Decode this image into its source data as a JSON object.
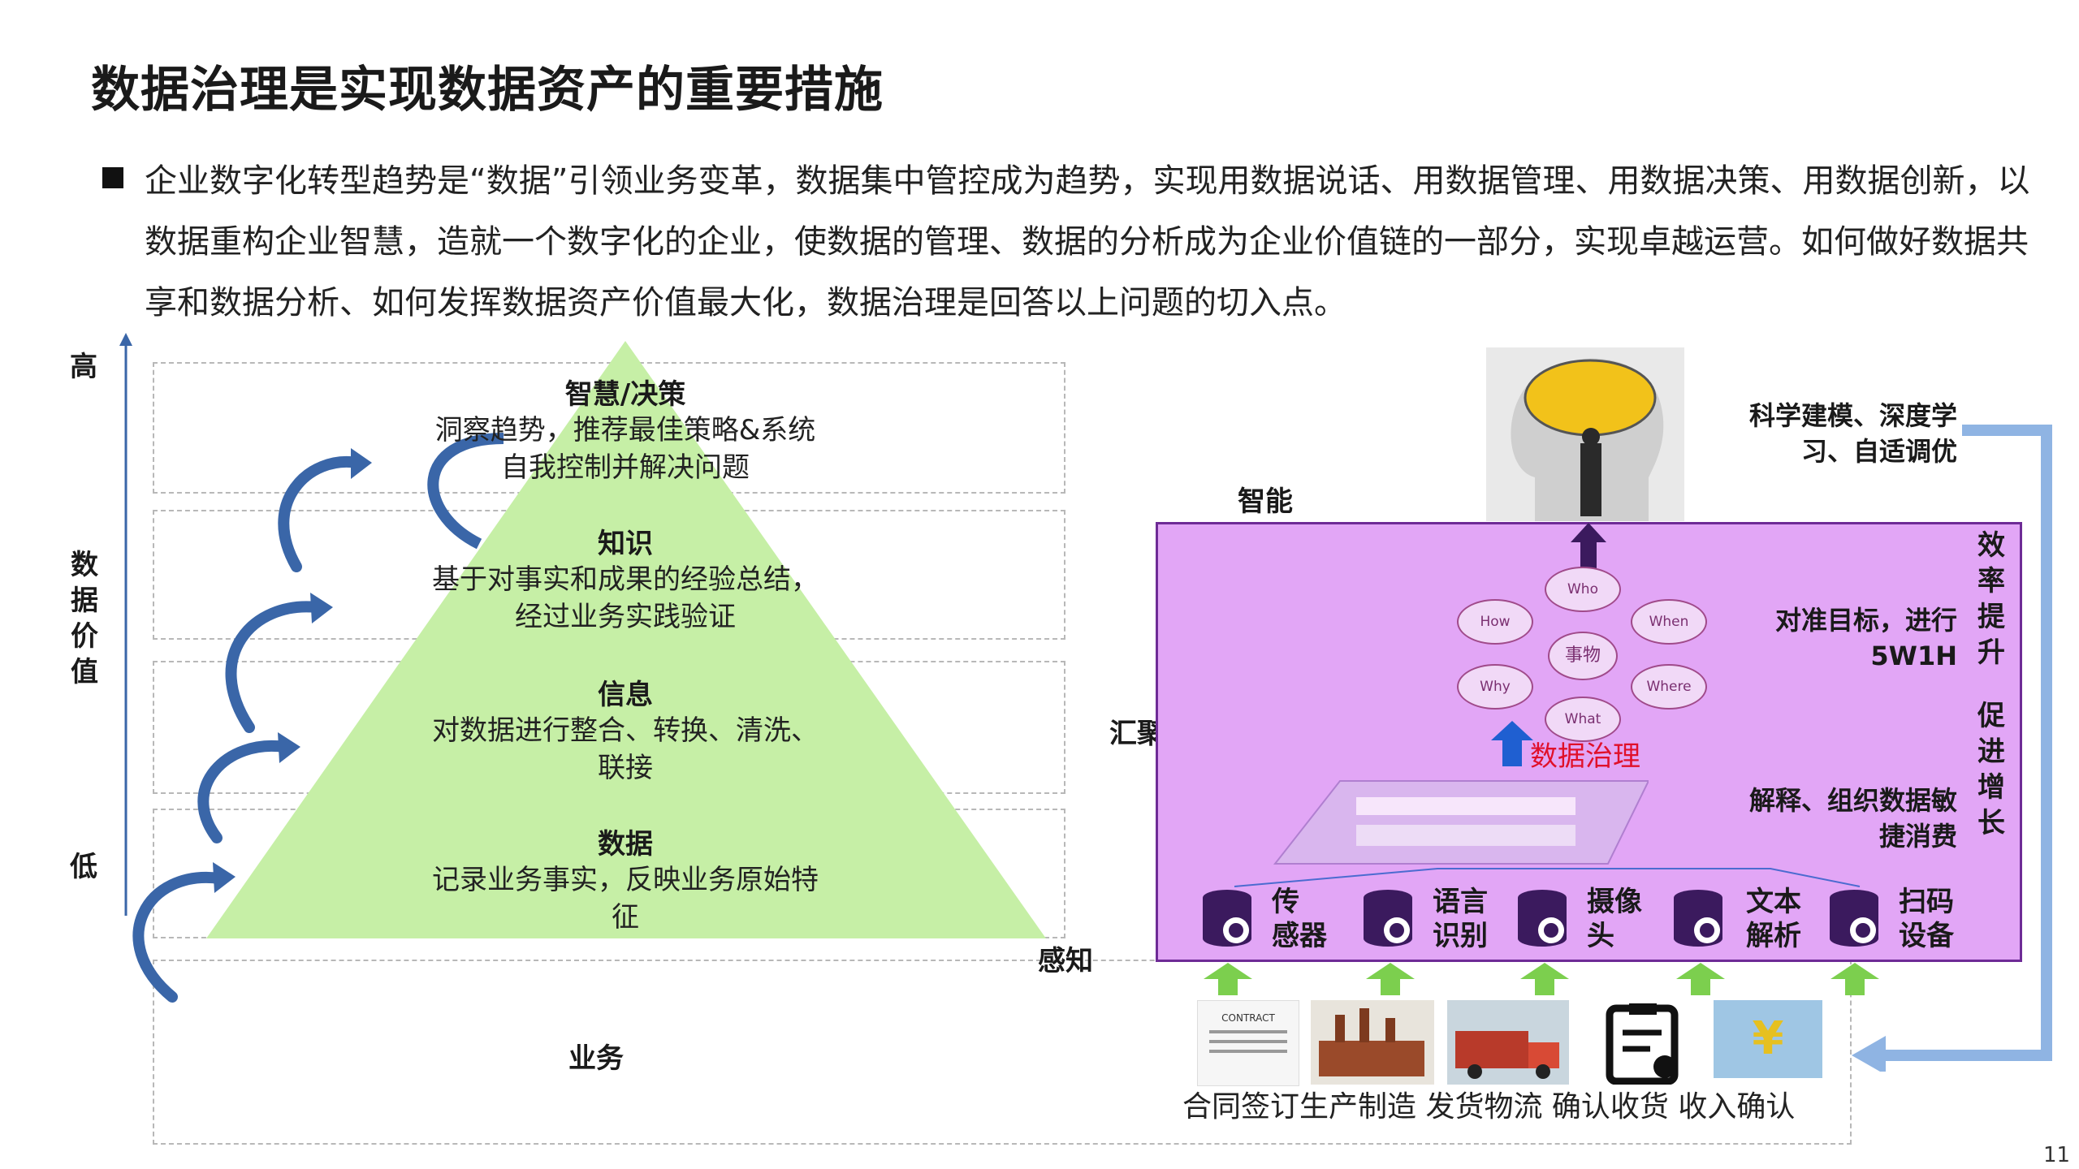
{
  "title": "数据治理是实现数据资产的重要措施",
  "paragraph": "企业数字化转型趋势是“数据”引领业务变革，数据集中管控成为趋势，实现用数据说话、用数据管理、用数据决策、用数据创新，以数据重构企业智慧，造就一个数字化的企业，使数据的管理、数据的分析成为企业价值链的一部分，实现卓越运营。如何做好数据共享和数据分析、如何发挥数据资产价值最大化，数据治理是回答以上问题的切入点。",
  "axis": {
    "high": "高",
    "value": "数据价值",
    "low": "低"
  },
  "pyramid": {
    "levels": [
      {
        "title": "智慧/决策",
        "desc1": "洞察趋势，推荐最佳策略&系统",
        "desc2": "自我控制并解决问题"
      },
      {
        "title": "知识",
        "desc1": "基于对事实和成果的经验总结，",
        "desc2": "经过业务实践验证"
      },
      {
        "title": "信息",
        "desc1": "对数据进行整合、转换、清洗、",
        "desc2": "联接"
      },
      {
        "title": "数据",
        "desc1": "记录业务事实，反映业务原始特",
        "desc2": "征"
      }
    ],
    "business": "业务"
  },
  "right": {
    "perception": "感知",
    "aggregation": "汇聚/联接",
    "intelligence": "智能",
    "governance": "数据治理",
    "modeling": [
      "科学建模、深度学",
      "习、自适调优"
    ],
    "target": [
      "对准目标，进行",
      "5W1H"
    ],
    "interpret": [
      "解释、组织数据敏",
      "捷消费"
    ],
    "efficiency": "效率提升",
    "growth": "促进增长",
    "wheel": {
      "center": "事物",
      "nodes": [
        "Who",
        "When",
        "Where",
        "What",
        "Why",
        "How"
      ]
    },
    "sources": [
      {
        "l1": "传",
        "l2": "感器"
      },
      {
        "l1": "语言",
        "l2": "识别"
      },
      {
        "l1": "摄像",
        "l2": "头"
      },
      {
        "l1": "文本",
        "l2": "解析"
      },
      {
        "l1": "扫码",
        "l2": "设备"
      }
    ],
    "business_labels": "合同签订生产制造 发货物流 确认收货 收入确认",
    "image_labels": {
      "contract": "CONTRACT",
      "money": "¥"
    }
  },
  "page_number": "11",
  "colors": {
    "pyramid": "#c6efa6",
    "purple": "#e2a6f6",
    "arrow_blue": "#3a66a8",
    "green": "#7ccf4e",
    "light_blue": "#8fb4e3"
  }
}
